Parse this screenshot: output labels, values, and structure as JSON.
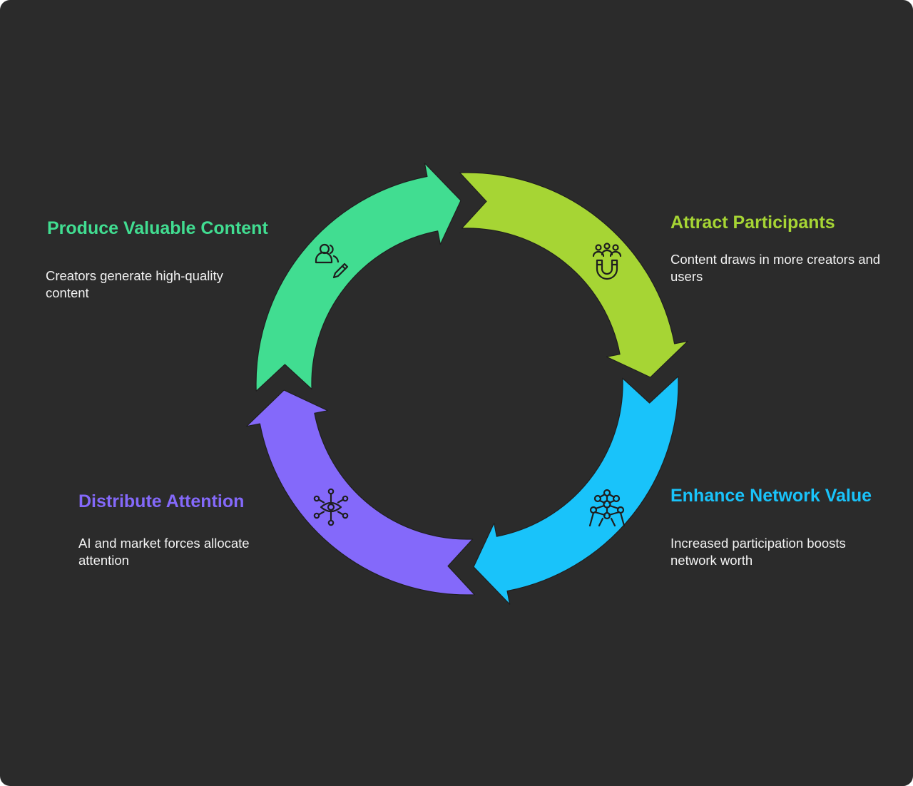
{
  "colors": {
    "background": "#2b2b2b",
    "produce": "#41dd91",
    "attract": "#a6d534",
    "enhance": "#19c3fa",
    "distribute": "#8469fa",
    "description_text": "#f2f2f2",
    "icon_stroke": "#1e1e1e"
  },
  "steps": [
    {
      "id": "produce",
      "title": "Produce Valuable Content",
      "description": "Creators generate high-quality content",
      "icon": "users-pencil-icon"
    },
    {
      "id": "attract",
      "title": "Attract Participants",
      "description": "Content draws in more creators and users",
      "icon": "people-magnet-icon"
    },
    {
      "id": "enhance",
      "title": "Enhance Network Value",
      "description": "Increased participation boosts network worth",
      "icon": "atomium-network-icon"
    },
    {
      "id": "distribute",
      "title": "Distribute Attention",
      "description": "AI and market forces allocate attention",
      "icon": "eye-network-icon"
    }
  ]
}
